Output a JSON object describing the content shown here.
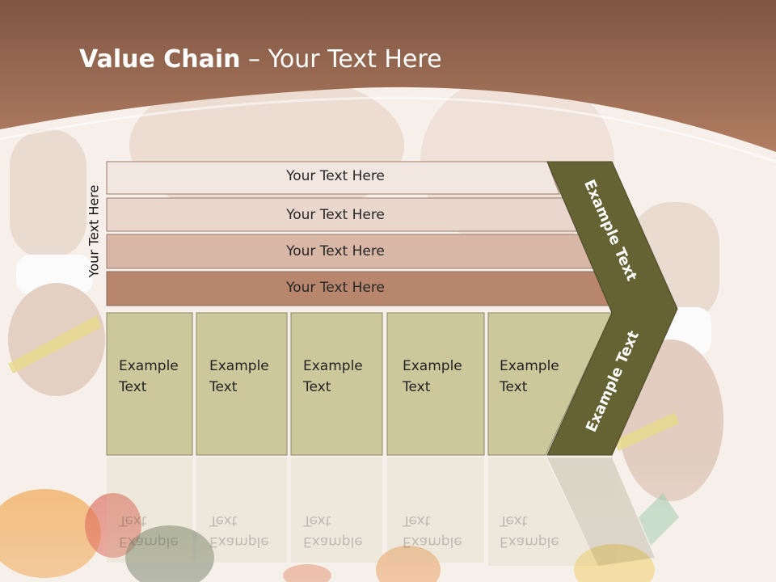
{
  "title": {
    "bold": "Value Chain",
    "rest": " – Your Text Here"
  },
  "side_label": "Your Text Here",
  "bands": [
    "Your Text Here",
    "Your Text Here",
    "Your Text Here",
    "Your Text Here"
  ],
  "boxes": [
    {
      "line1": "Example",
      "line2": "Text"
    },
    {
      "line1": "Example",
      "line2": "Text"
    },
    {
      "line1": "Example",
      "line2": "Text"
    },
    {
      "line1": "Example",
      "line2": "Text"
    },
    {
      "line1": "Example",
      "line2": "Text"
    }
  ],
  "arrow": {
    "upper": "Example Text",
    "lower": "Example Text"
  },
  "colors": {
    "header": "#9a6a52",
    "band_1": "#f2e6e1",
    "band_2": "#e9d6cd",
    "band_3": "#d8b7a7",
    "band_4": "#b8856d",
    "boxes": "#ccc89c",
    "chevron": "#656334"
  }
}
